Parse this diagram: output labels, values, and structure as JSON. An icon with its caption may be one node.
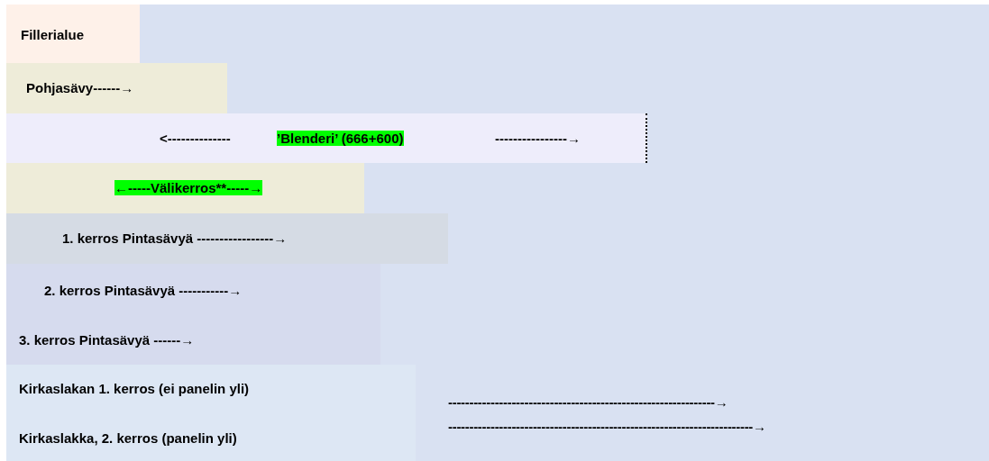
{
  "diagram": {
    "nodes": [
      {
        "text": [
          "Fillerialue"
        ]
      },
      {
        "text": [
          "Pohjasävy------→"
        ]
      },
      {
        "text": [
          "<--------------",
          "’Blenderi’ (666+600)",
          "----------------→"
        ]
      },
      {
        "text": [
          "←-----Välikerros**-----→"
        ]
      },
      {
        "text": [
          "1. kerros Pintasävyä -----------------→"
        ]
      },
      {
        "text": [
          "2. kerros Pintasävyä -----------→",
          "3. kerros Pintasävyä ------→"
        ]
      },
      {
        "text": [
          "Kirkaslakan 1. kerros (ei panelin yli)",
          "Kirkaslakka, 2. kerros (panelin yli)"
        ]
      }
    ],
    "labels": [
      "---------------------------------------------------------------→",
      "------------------------------------------------------------------------→"
    ]
  }
}
